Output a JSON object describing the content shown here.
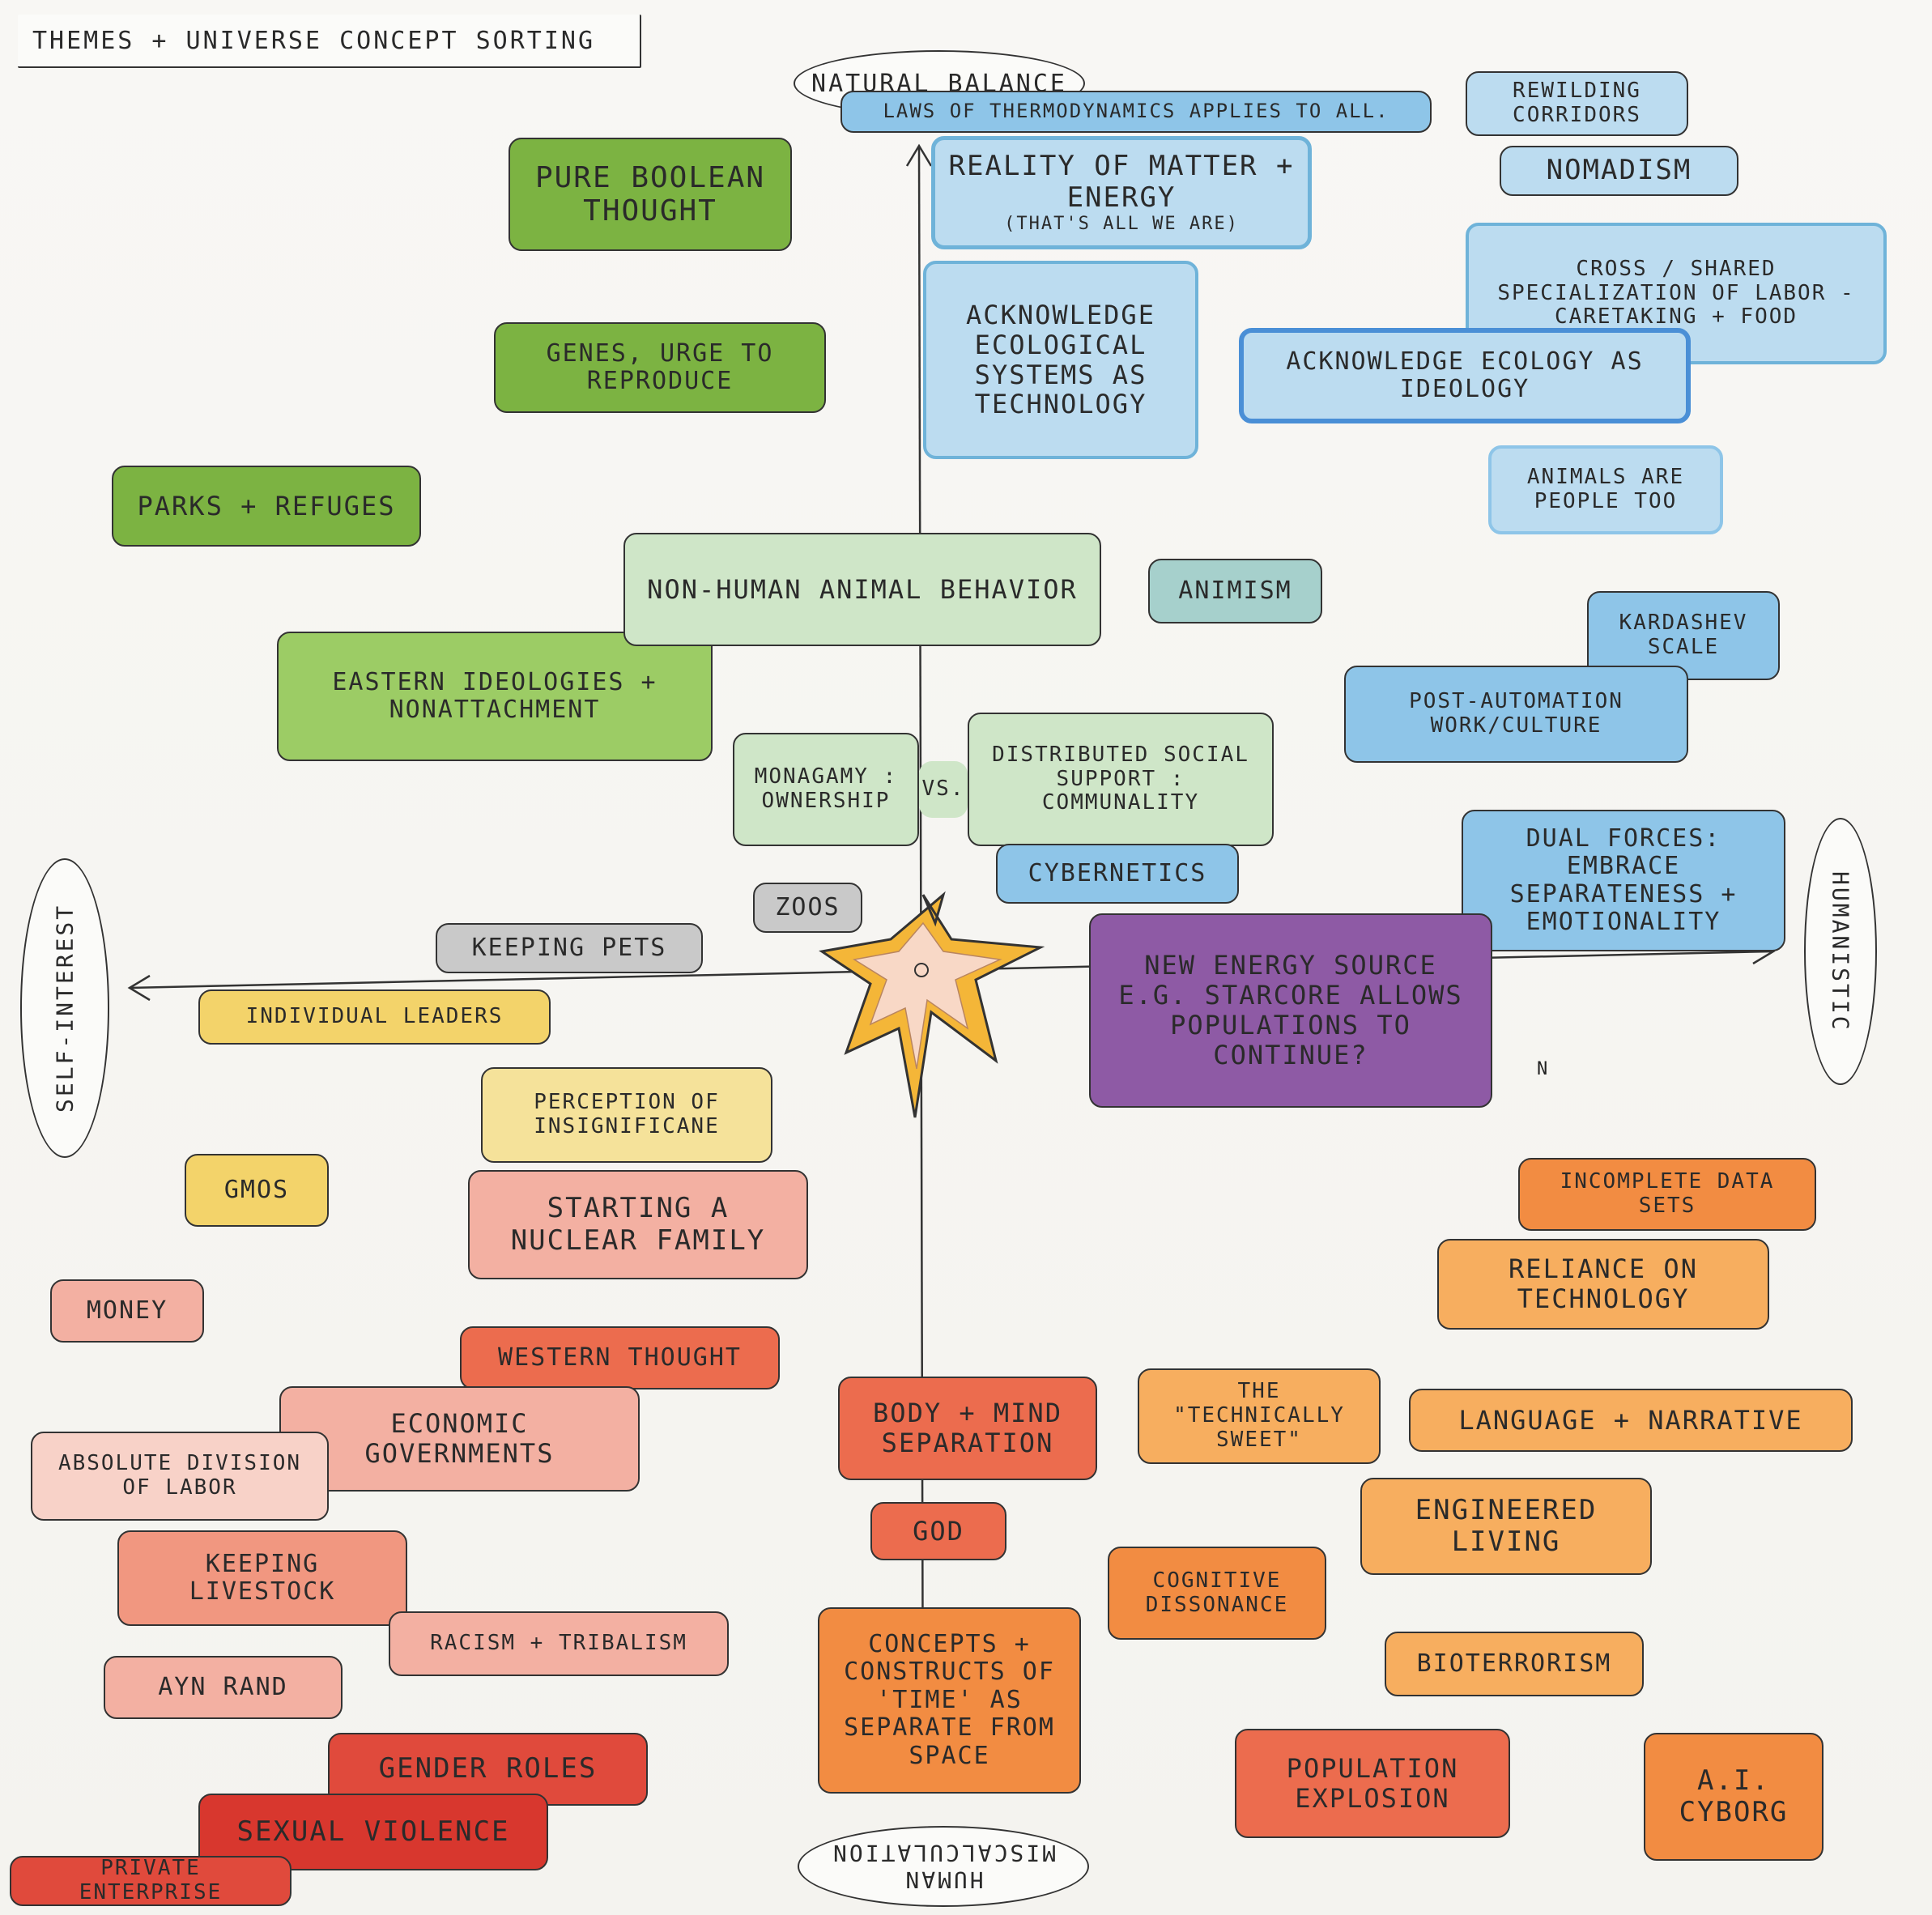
{
  "title": "THEMES + UNIVERSE CONCEPT SORTING",
  "axes": {
    "top": "NATURAL BALANCE",
    "right": "HUMANISTIC",
    "bottom": "HUMAN MISCALCULATION",
    "left": "SELF-INTEREST"
  },
  "stray_mark": "N",
  "concepts": {
    "laws_thermodynamics": "LAWS OF THERMODYNAMICS APPLIES TO ALL.",
    "reality_matter_energy": "REALITY OF MATTER + ENERGY",
    "reality_note": "(THAT'S ALL WE ARE)",
    "pure_boolean": "PURE BOOLEAN THOUGHT",
    "rewilding": "REWILDING CORRIDORS",
    "nomadism": "NOMADISM",
    "cross_shared": "CROSS / SHARED SPECIALIZATION OF LABOR - CARETAKING + FOOD",
    "acknowledge_ecological": "ACKNOWLEDGE ECOLOGICAL SYSTEMS AS TECHNOLOGY",
    "genes_urge": "GENES, URGE TO REPRODUCE",
    "acknowledge_ideology": "ACKNOWLEDGE ECOLOGY AS IDEOLOGY",
    "parks_refuges": "PARKS + REFUGES",
    "animals_people": "ANIMALS ARE PEOPLE TOO",
    "non_human_animal": "NON-HUMAN ANIMAL BEHAVIOR",
    "animism": "ANIMISM",
    "kardashev": "KARDASHEV SCALE",
    "eastern": "EASTERN IDEOLOGIES + NONATTACHMENT",
    "post_automation": "POST-AUTOMATION WORK/CULTURE",
    "monogamy": "MONAGAMY : OWNERSHIP",
    "vs": "VS.",
    "distributed": "DISTRIBUTED SOCIAL SUPPORT : COMMUNALITY",
    "dual_forces": "DUAL FORCES: EMBRACE SEPARATENESS + EMOTIONALITY",
    "cybernetics": "CYBERNETICS",
    "zoos": "ZOOS",
    "keeping_pets": "KEEPING PETS",
    "new_energy": "NEW ENERGY SOURCE E.G. STARCORE ALLOWS POPULATIONS TO CONTINUE?",
    "individual_leaders": "INDIVIDUAL LEADERS",
    "perception": "PERCEPTION OF INSIGNIFICANE",
    "gmos": "GMOs",
    "nuclear_family": "STARTING A NUCLEAR FAMILY",
    "incomplete_data": "INCOMPLETE DATA SETS",
    "reliance_tech": "RELIANCE ON TECHNOLOGY",
    "money": "MONEY",
    "western": "WESTERN THOUGHT",
    "body_mind": "BODY + MIND SEPARATION",
    "technically_sweet": "THE \"TECHNICALLY SWEET\"",
    "language": "LANGUAGE + NARRATIVE",
    "economic": "ECONOMIC GOVERNMENTS",
    "absolute_division": "ABSOLUTE DIVISION OF LABOR",
    "engineered": "ENGINEERED LIVING",
    "god": "GOD",
    "keeping_livestock": "KEEPING LIVESTOCK",
    "cognitive": "COGNITIVE DISSONANCE",
    "concepts_time": "CONCEPTS + CONSTRUCTS OF 'TIME' AS SEPARATE FROM SPACE",
    "racism": "RACISM + TRIBALISM",
    "bioterrorism": "BIOTERRORISM",
    "ayn_rand": "AYN RAND",
    "gender_roles": "GENDER ROLES",
    "population": "POPULATION EXPLOSION",
    "ai_cyborg": "A.I. CYBORG",
    "sexual_violence": "SEXUAL VIOLENCE",
    "private_enterprise": "PRIVATE ENTERPRISE"
  },
  "colors": {
    "dark_green": "#7cb342",
    "mid_green": "#9ccc65",
    "pale_green": "#cfe6c8",
    "teal": "#a6d0cc",
    "sky_blue": "#8ec5e8",
    "pale_blue": "#bcdcf0",
    "royal_blue": "#4a8fd6",
    "grey": "#c9c9c9",
    "purple": "#8e5aa5",
    "yellow": "#f3d36a",
    "pale_yellow": "#f5e29a",
    "salmon": "#f3b0a2",
    "red_orange": "#ec6c4e",
    "orange": "#f28c42",
    "light_orange": "#f7ae5f",
    "red": "#e04a3c",
    "star_gold": "#f4b638"
  }
}
